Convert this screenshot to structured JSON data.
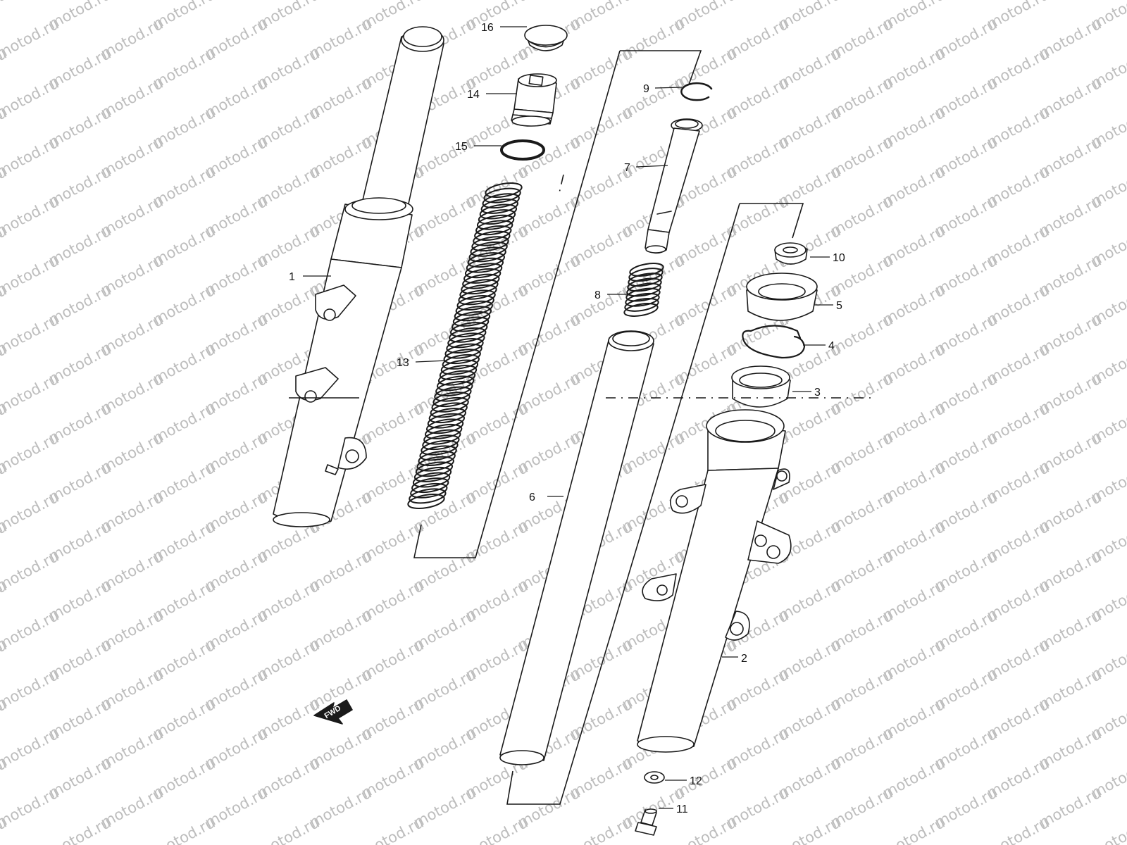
{
  "diagram": {
    "watermark_text": "motod.ru",
    "fwd_label": "FWD",
    "line_color": "#1a1a1a",
    "watermark_color": "#bdbdbd",
    "callouts": [
      {
        "id": "p1",
        "label": "1"
      },
      {
        "id": "p2",
        "label": "2"
      },
      {
        "id": "p3",
        "label": "3"
      },
      {
        "id": "p4",
        "label": "4"
      },
      {
        "id": "p5",
        "label": "5"
      },
      {
        "id": "p6",
        "label": "6"
      },
      {
        "id": "p7",
        "label": "7"
      },
      {
        "id": "p8",
        "label": "8"
      },
      {
        "id": "p9",
        "label": "9"
      },
      {
        "id": "p10",
        "label": "10"
      },
      {
        "id": "p11",
        "label": "11"
      },
      {
        "id": "p12",
        "label": "12"
      },
      {
        "id": "p13",
        "label": "13"
      },
      {
        "id": "p14",
        "label": "14"
      },
      {
        "id": "p15",
        "label": "15"
      },
      {
        "id": "p16",
        "label": "16"
      }
    ]
  }
}
